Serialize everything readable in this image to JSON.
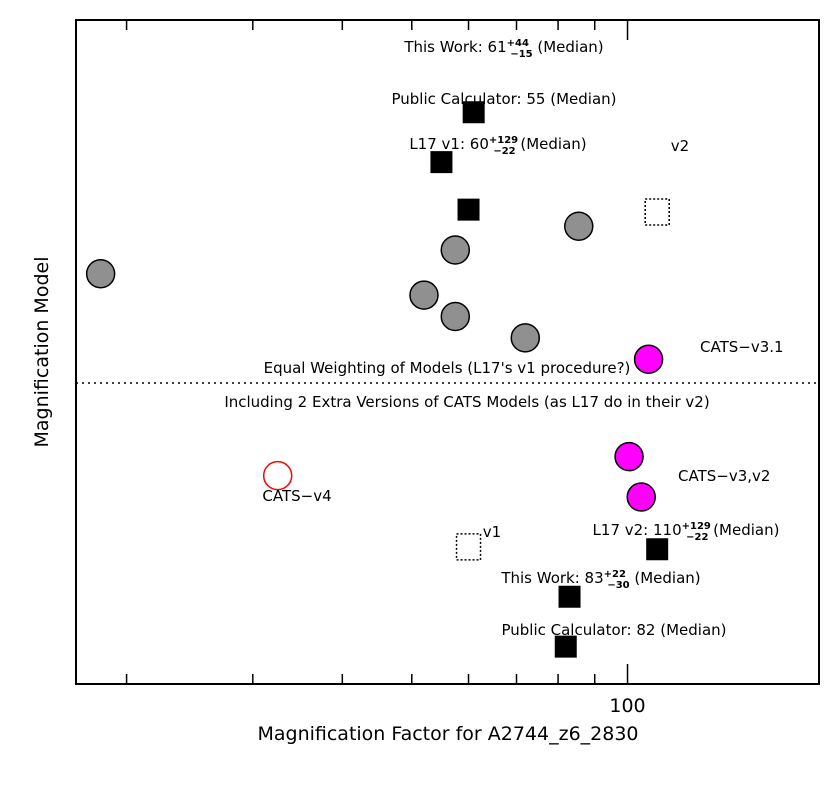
{
  "chart_data": {
    "type": "scatter",
    "xlabel": "Magnification Factor for A2744_z6_2830",
    "ylabel": "Magnification Model",
    "xscale": "log",
    "xlim": [
      17,
      185
    ],
    "x_ticks_major": [
      100
    ],
    "x_tick_labels": [
      "100"
    ],
    "x_ticks_minor": [
      20,
      30,
      40,
      50,
      60,
      70,
      80,
      90
    ],
    "rows": 12,
    "grid": false,
    "divider": {
      "row": 0.5,
      "style": "dotted",
      "label_above": "Equal Weighting of Models (L17's v1 procedure?)",
      "label_below": "Including 2 Extra Versions of CATS Models (as L17 do in their v2)"
    },
    "colors": {
      "gray": "#909090",
      "magenta": "#ff00ff",
      "red": "#ff0000",
      "black": "#000000"
    },
    "points": [
      {
        "id": "top-this-work",
        "marker": "filled-square",
        "color": "#000000",
        "x": 61,
        "row": 6.2,
        "label": {
          "main": "This Work: 61",
          "sup": "+44",
          "sub": "−15",
          "suffix": " (Median)"
        }
      },
      {
        "id": "top-public-calculator",
        "marker": "filled-square",
        "color": "#000000",
        "x": 55,
        "row": 5.15,
        "label": {
          "main": "Public Calculator: 55 (Median)"
        }
      },
      {
        "id": "top-l17-v1",
        "marker": "filled-square",
        "color": "#000000",
        "x": 60,
        "row": 4.15,
        "label": {
          "main": "L17 v1: 60",
          "sup": "+129",
          "sub": "−22",
          "suffix": " (Median)"
        }
      },
      {
        "id": "top-v2-marker",
        "marker": "dotted-square",
        "color": "#000000",
        "x": 110,
        "row": 4.1,
        "label": {
          "main": "v2"
        }
      },
      {
        "id": "top-gray-1",
        "marker": "filled-circle",
        "color": "#909090",
        "x": 18.4,
        "row": 2.8
      },
      {
        "id": "top-gray-2",
        "marker": "filled-circle",
        "color": "#909090",
        "x": 57.5,
        "row": 3.3
      },
      {
        "id": "top-gray-3",
        "marker": "filled-circle",
        "color": "#909090",
        "x": 85.5,
        "row": 3.8
      },
      {
        "id": "top-gray-4",
        "marker": "filled-circle",
        "color": "#909090",
        "x": 52,
        "row": 2.35
      },
      {
        "id": "top-gray-5",
        "marker": "filled-circle",
        "color": "#909090",
        "x": 57.5,
        "row": 1.9
      },
      {
        "id": "top-gray-6",
        "marker": "filled-circle",
        "color": "#909090",
        "x": 72,
        "row": 1.45
      },
      {
        "id": "top-cats-v3-1",
        "marker": "filled-circle",
        "color": "#ff00ff",
        "x": 107,
        "row": 1.0,
        "label": {
          "main": "CATS−v3.1",
          "color": "#ff00ff"
        }
      },
      {
        "id": "bottom-cats-v3",
        "marker": "filled-circle",
        "color": "#ff00ff",
        "x": 100.5,
        "row": -1.05
      },
      {
        "id": "bottom-cats-v2",
        "marker": "filled-circle",
        "color": "#ff00ff",
        "x": 104.5,
        "row": -1.9,
        "label": {
          "main": "CATS−v3,v2",
          "color": "#ff00ff"
        }
      },
      {
        "id": "bottom-cats-v4",
        "marker": "open-circle",
        "color": "#ff0000",
        "x": 32.5,
        "row": -1.45,
        "label": {
          "main": "CATS−v4",
          "color": "#ff0000"
        }
      },
      {
        "id": "bottom-l17-v2",
        "marker": "filled-square",
        "color": "#000000",
        "x": 110,
        "row": -3.0,
        "label": {
          "main": "L17 v2: 110",
          "sup": "+129",
          "sub": "−22",
          "suffix": " (Median)"
        }
      },
      {
        "id": "bottom-v1-marker",
        "marker": "dotted-square",
        "color": "#000000",
        "x": 60,
        "row": -2.95,
        "label": {
          "main": "v1"
        }
      },
      {
        "id": "bottom-this-work",
        "marker": "filled-square",
        "color": "#000000",
        "x": 83,
        "row": -4.0,
        "label": {
          "main": "This Work: 83",
          "sup": "+22",
          "sub": "−30",
          "suffix": " (Median)"
        }
      },
      {
        "id": "bottom-public-calculator",
        "marker": "filled-square",
        "color": "#000000",
        "x": 82,
        "row": -5.05,
        "label": {
          "main": "Public Calculator: 82 (Median)"
        }
      }
    ]
  }
}
